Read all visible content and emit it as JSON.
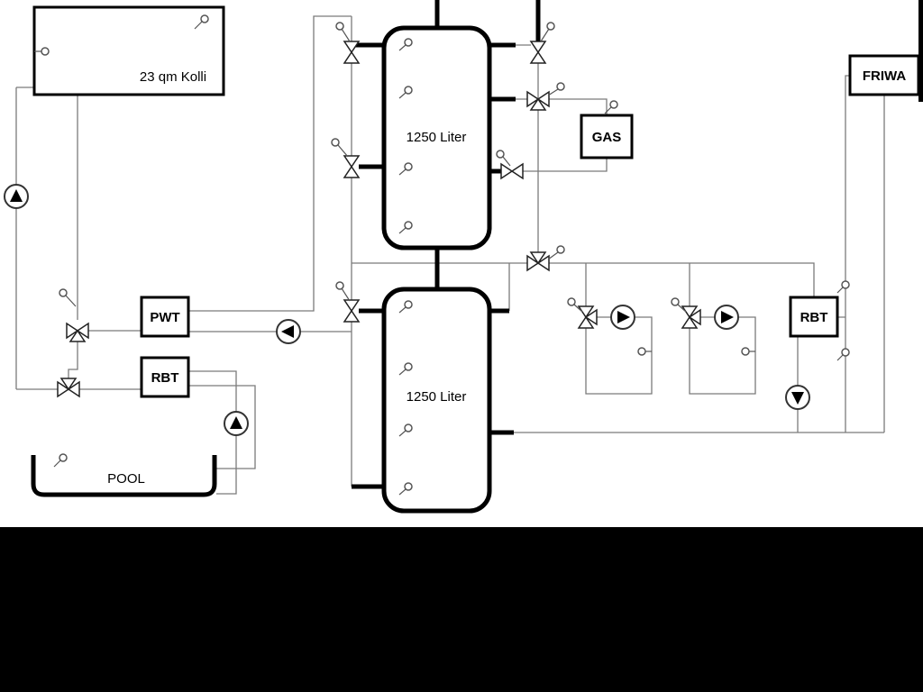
{
  "diagram": {
    "collector": {
      "label": "23 qm Kolli"
    },
    "tank_top": {
      "label": "1250 Liter"
    },
    "tank_bottom": {
      "label": "1250 Liter"
    },
    "heat_exchanger": {
      "label": "PWT"
    },
    "rbt_left": {
      "label": "RBT"
    },
    "rbt_right": {
      "label": "RBT"
    },
    "gas_boiler": {
      "label": "GAS"
    },
    "fresh_water": {
      "label": "FRIWA"
    },
    "pool": {
      "label": "POOL"
    },
    "colors": {
      "pipe": "#7b7b7b",
      "outline": "#000000",
      "background": "#ffffff",
      "bottom_band": "#000000"
    }
  }
}
